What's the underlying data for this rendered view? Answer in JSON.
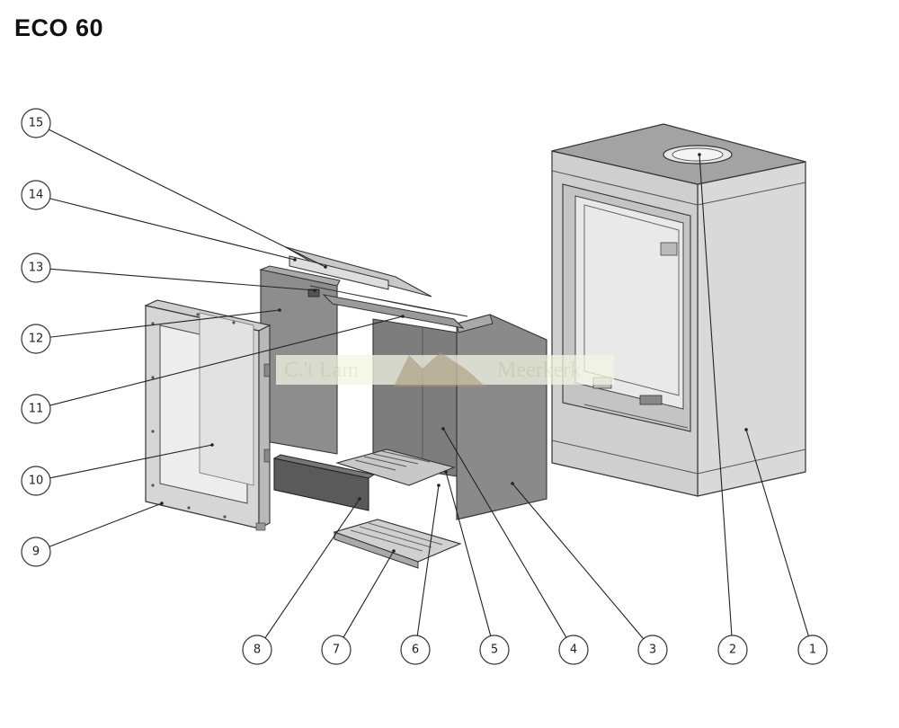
{
  "title": "ECO 60",
  "watermark": {
    "left": "C.'t Lam",
    "right": "Meerkerk"
  },
  "callouts": [
    {
      "label": "1"
    },
    {
      "label": "2"
    },
    {
      "label": "3"
    },
    {
      "label": "4"
    },
    {
      "label": "5"
    },
    {
      "label": "6"
    },
    {
      "label": "7"
    },
    {
      "label": "8"
    },
    {
      "label": "9"
    },
    {
      "label": "10"
    },
    {
      "label": "11"
    },
    {
      "label": "12"
    },
    {
      "label": "13"
    },
    {
      "label": "14"
    },
    {
      "label": "15"
    }
  ],
  "colors": {
    "line": "#222222",
    "stove_body": "#d8d8d8",
    "stove_top": "#a0a0a0",
    "firebrick": "#8a8a8a",
    "firebrick_dark": "#5a5a5a",
    "glass": "#e6e6e6"
  }
}
